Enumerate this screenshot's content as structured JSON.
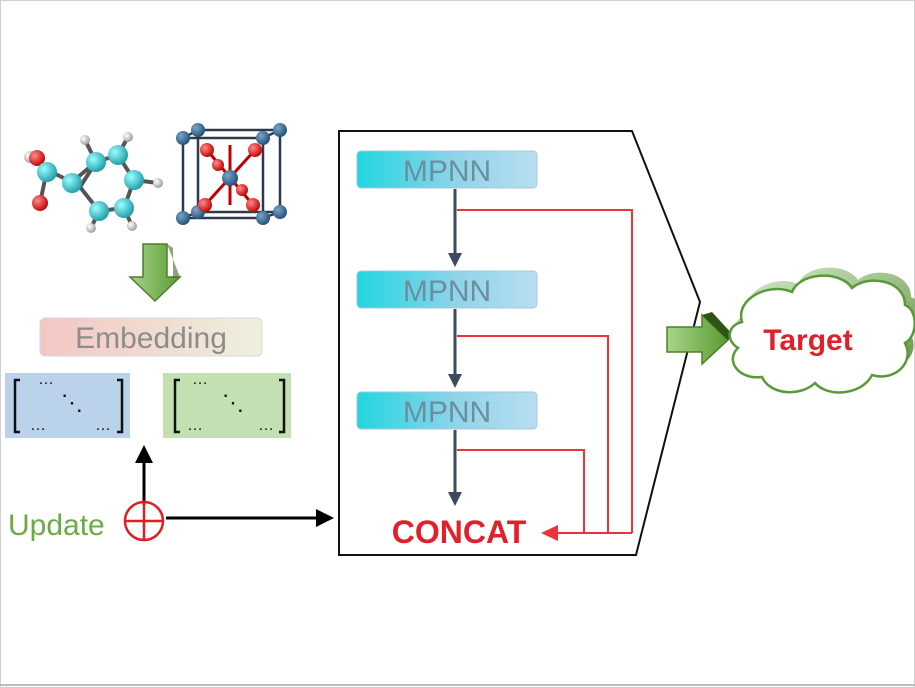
{
  "diagram": {
    "embedding_label": "Embedding",
    "mpnn_blocks": [
      "MPNN",
      "MPNN",
      "MPNN"
    ],
    "concat_label": "CONCAT",
    "update_label": "Update",
    "target_label": "Target",
    "matrix_glyphs": {
      "top_dots": "…",
      "diag_dots": "⋱",
      "bottom_dots": "…"
    }
  }
}
